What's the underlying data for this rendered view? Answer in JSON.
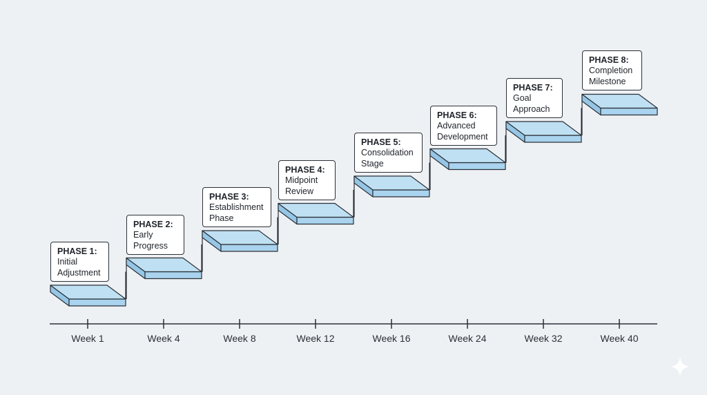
{
  "phases": [
    {
      "title": "PHASE 1:",
      "lines": [
        "Initial",
        "Adjustment"
      ]
    },
    {
      "title": "PHASE 2:",
      "lines": [
        "Early",
        "Progress"
      ]
    },
    {
      "title": "PHASE 3:",
      "lines": [
        "Establishment",
        "Phase"
      ]
    },
    {
      "title": "PHASE 4:",
      "lines": [
        "Midpoint",
        "Review"
      ]
    },
    {
      "title": "PHASE 5:",
      "lines": [
        "Consolidation",
        "Stage"
      ]
    },
    {
      "title": "PHASE 6:",
      "lines": [
        "Advanced",
        "Development"
      ]
    },
    {
      "title": "PHASE 7:",
      "lines": [
        "Goal",
        "Approach"
      ]
    },
    {
      "title": "PHASE 8:",
      "lines": [
        "Completion",
        "Milestone"
      ]
    }
  ],
  "timeline": {
    "weeks": [
      "Week 1",
      "Week 4",
      "Week 8",
      "Week 12",
      "Week 16",
      "Week 24",
      "Week 32",
      "Week 40"
    ]
  },
  "colors": {
    "background": "#eef1f4",
    "step_top": "#bfe0f3",
    "step_front": "#a9d3ee",
    "step_side": "#95c6e6",
    "outline": "#2b2f36"
  },
  "icons": {
    "corner": "sparkle-icon"
  }
}
